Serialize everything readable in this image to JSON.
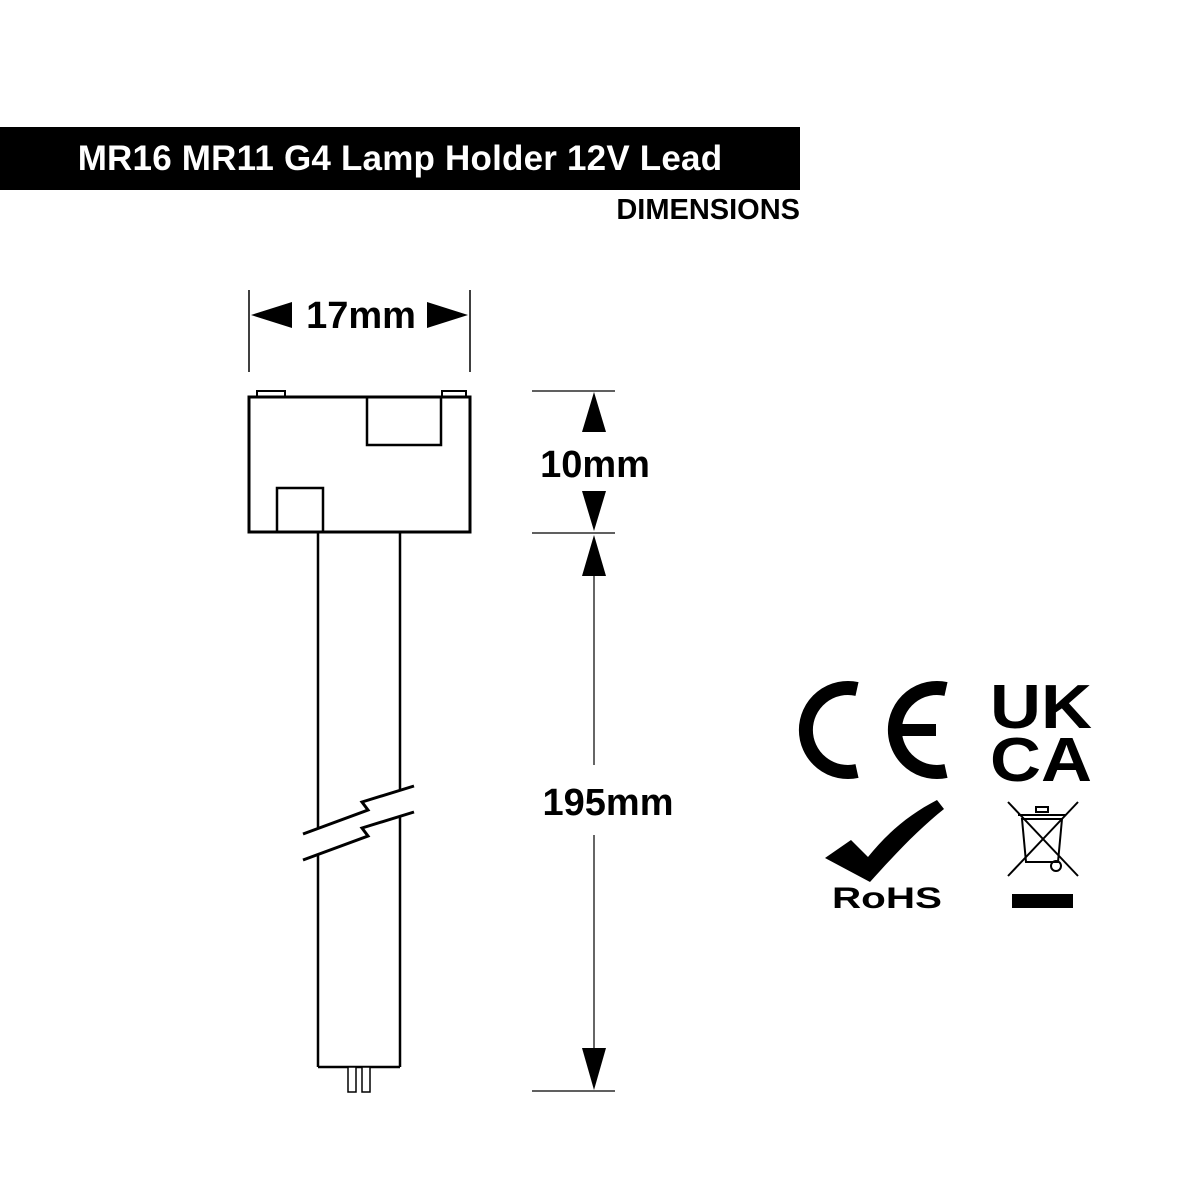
{
  "banner": {
    "title": "MR16 MR11 G4 Lamp Holder 12V Lead",
    "subtitle": "DIMENSIONS"
  },
  "dimensions": {
    "width": "17mm",
    "head_height": "10mm",
    "lead_length": "195mm"
  },
  "certifications": {
    "ce": "CE",
    "ukca_top": "UK",
    "ukca_bottom": "CA",
    "rohs": "RoHS"
  },
  "icons": [
    "ce-mark",
    "ukca-mark",
    "rohs-check",
    "weee-crossed-bin"
  ],
  "colors": {
    "background": "#ffffff",
    "banner_background": "#000000",
    "banner_text": "#ffffff",
    "drawing_line": "#000000"
  }
}
